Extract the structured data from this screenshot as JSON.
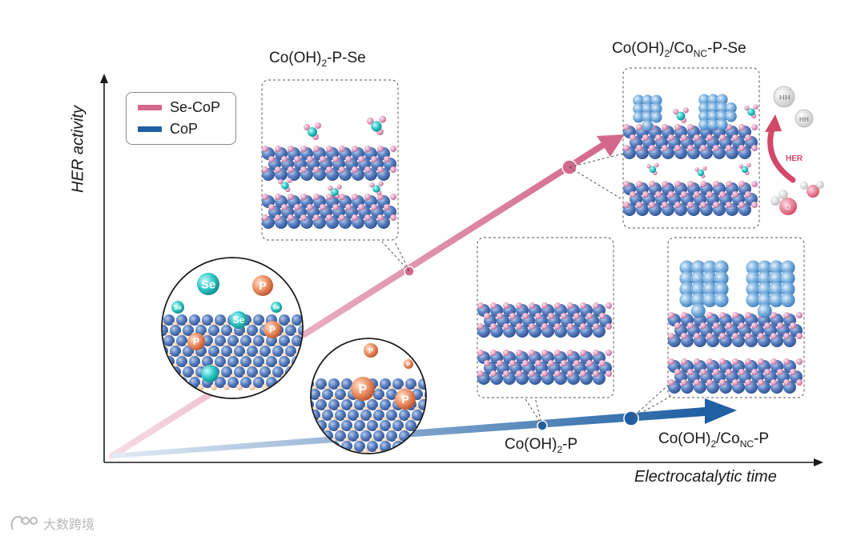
{
  "axes": {
    "y_label": "HER activity",
    "x_label": "Electrocatalytic time"
  },
  "legend": [
    {
      "name": "Se-CoP",
      "color": "#d4688c"
    },
    {
      "name": "CoP",
      "color": "#1f5fa3"
    }
  ],
  "labels": {
    "top_left": {
      "pre": "Co(OH)",
      "sub": "2",
      "post": "-P-Se"
    },
    "top_right": {
      "pre": "Co(OH)",
      "sub1": "2",
      "mid": "/Co",
      "sub2": "NC",
      "post": "-P-Se"
    },
    "bottom_mid": {
      "pre": "Co(OH)",
      "sub": "2",
      "post": "-P"
    },
    "bottom_right": {
      "pre": "Co(OH)",
      "sub1": "2",
      "mid": "/Co",
      "sub2": "NC",
      "post": "-P"
    }
  },
  "atoms": {
    "se": "Se",
    "p": "P"
  },
  "her_label": "HER",
  "h2_label": "H",
  "h2o_labels": {
    "h": "H",
    "o": "O"
  },
  "watermark": "大数跨境",
  "colors": {
    "pink": "#d4688c",
    "blue": "#1f5fa3",
    "atom_blue": "#4a72b8",
    "atom_pink": "#e6a3c2",
    "teal": "#2ec4c4",
    "orange": "#e8835a"
  }
}
